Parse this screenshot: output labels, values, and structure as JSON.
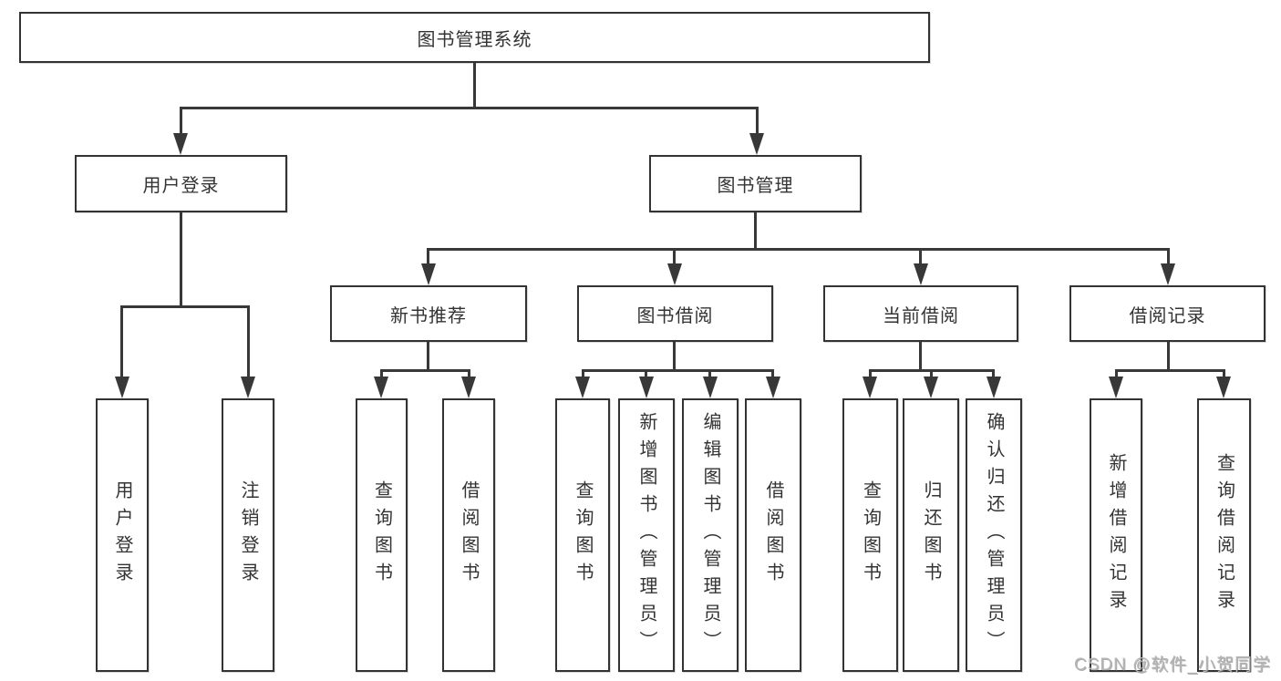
{
  "diagram": {
    "title": "图书管理系统",
    "root": {
      "label": "图书管理系统"
    },
    "level2": [
      {
        "label": "用户登录"
      },
      {
        "label": "图书管理"
      }
    ],
    "level3": [
      {
        "label": "新书推荐"
      },
      {
        "label": "图书借阅"
      },
      {
        "label": "当前借阅"
      },
      {
        "label": "借阅记录"
      }
    ],
    "leaves": [
      {
        "label": "用户登录",
        "parent": "用户登录"
      },
      {
        "label": "注销登录",
        "parent": "用户登录"
      },
      {
        "label": "查询图书",
        "parent": "新书推荐"
      },
      {
        "label": "借阅图书",
        "parent": "新书推荐"
      },
      {
        "label": "查询图书",
        "parent": "图书借阅"
      },
      {
        "label": "新增图书（管理员）",
        "parent": "图书借阅"
      },
      {
        "label": "编辑图书（管理员）",
        "parent": "图书借阅"
      },
      {
        "label": "借阅图书",
        "parent": "图书借阅"
      },
      {
        "label": "查询图书",
        "parent": "当前借阅"
      },
      {
        "label": "归还图书",
        "parent": "当前借阅"
      },
      {
        "label": "确认归还（管理员）",
        "parent": "当前借阅"
      },
      {
        "label": "新增借阅记录",
        "parent": "借阅记录"
      },
      {
        "label": "查询借阅记录",
        "parent": "借阅记录"
      }
    ]
  },
  "watermark": {
    "text": "CSDN @软件_小贺同学"
  },
  "colors": {
    "line": "#383838",
    "border": "#333333",
    "text": "#333333",
    "background": "#ffffff",
    "watermark": "#b5b5b5"
  }
}
